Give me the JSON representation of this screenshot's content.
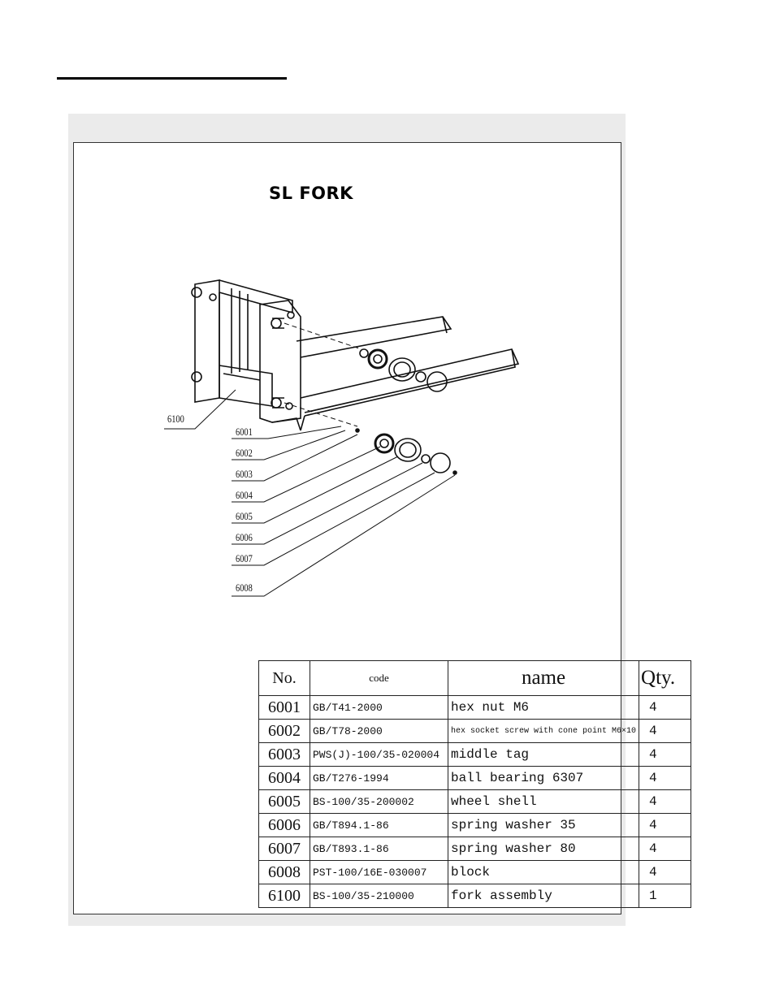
{
  "title": "SL FORK",
  "callouts": [
    {
      "id": "6100"
    },
    {
      "id": "6001"
    },
    {
      "id": "6002"
    },
    {
      "id": "6003"
    },
    {
      "id": "6004"
    },
    {
      "id": "6005"
    },
    {
      "id": "6006"
    },
    {
      "id": "6007"
    },
    {
      "id": "6008"
    }
  ],
  "table": {
    "headers": {
      "no": "No.",
      "code": "code",
      "name": "name",
      "qty": "Qty."
    },
    "rows": [
      {
        "no": "6001",
        "code": "GB/T41-2000",
        "name": "hex nut M6",
        "qty": "4"
      },
      {
        "no": "6002",
        "code": "GB/T78-2000",
        "name": "hex socket screw with cone point M6×10",
        "qty": "4"
      },
      {
        "no": "6003",
        "code": "PWS(J)-100/35-020004",
        "name": "middle tag",
        "qty": "4"
      },
      {
        "no": "6004",
        "code": "GB/T276-1994",
        "name": "ball bearing 6307",
        "qty": "4"
      },
      {
        "no": "6005",
        "code": "BS-100/35-200002",
        "name": "wheel shell",
        "qty": "4"
      },
      {
        "no": "6006",
        "code": "GB/T894.1-86",
        "name": "spring washer 35",
        "qty": "4"
      },
      {
        "no": "6007",
        "code": "GB/T893.1-86",
        "name": "spring washer 80",
        "qty": "4"
      },
      {
        "no": "6008",
        "code": "PST-100/16E-030007",
        "name": "block",
        "qty": "4"
      },
      {
        "no": "6100",
        "code": "BS-100/35-210000",
        "name": "fork assembly",
        "qty": "1"
      }
    ]
  }
}
